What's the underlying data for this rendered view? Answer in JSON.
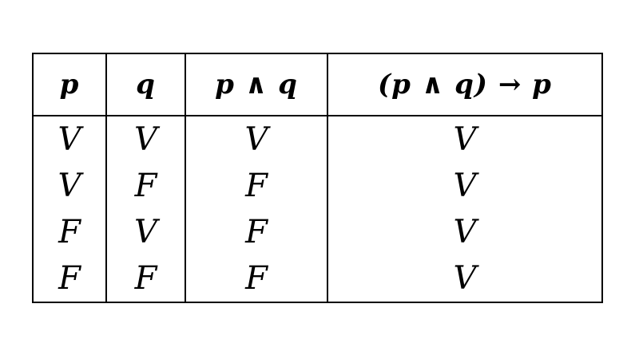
{
  "table": {
    "headers": [
      "p",
      "q",
      "p ∧ q",
      "(p ∧ q) → p"
    ],
    "rows": [
      [
        "V",
        "V",
        "V",
        "V"
      ],
      [
        "V",
        "F",
        "F",
        "V"
      ],
      [
        "F",
        "V",
        "F",
        "V"
      ],
      [
        "F",
        "F",
        "F",
        "V"
      ]
    ]
  },
  "colors": {
    "border": "#000000",
    "text": "#000000",
    "background": "#ffffff"
  }
}
